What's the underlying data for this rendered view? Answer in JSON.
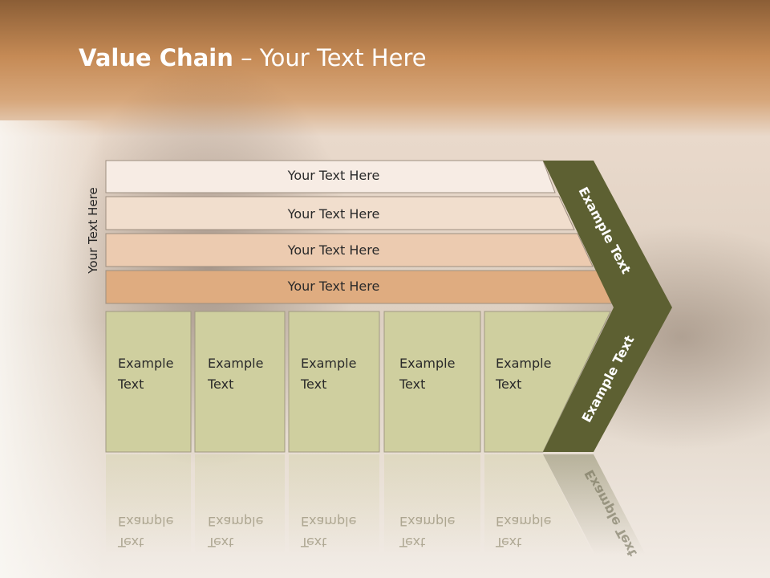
{
  "slide": {
    "title_bold": "Value Chain",
    "title_rest": " – Your Text Here",
    "side_label": "Your Text Here"
  },
  "bands": [
    {
      "label": "Your Text Here",
      "color": "#f7ece4"
    },
    {
      "label": "Your Text Here",
      "color": "#f1decd"
    },
    {
      "label": "Your Text Here",
      "color": "#eccbb0"
    },
    {
      "label": "Your Text Here",
      "color": "#dfac80"
    }
  ],
  "columns": [
    {
      "line1": "Example",
      "line2": "Text"
    },
    {
      "line1": "Example",
      "line2": "Text"
    },
    {
      "line1": "Example",
      "line2": "Text"
    },
    {
      "line1": "Example",
      "line2": "Text"
    },
    {
      "line1": "Example",
      "line2": "Text"
    }
  ],
  "arrows": {
    "upper_label": "Example Text",
    "lower_label": "Example Text",
    "color": "#5d6032"
  },
  "colors": {
    "column_fill": "#cfcf9f",
    "column_stroke": "#a09a82"
  }
}
